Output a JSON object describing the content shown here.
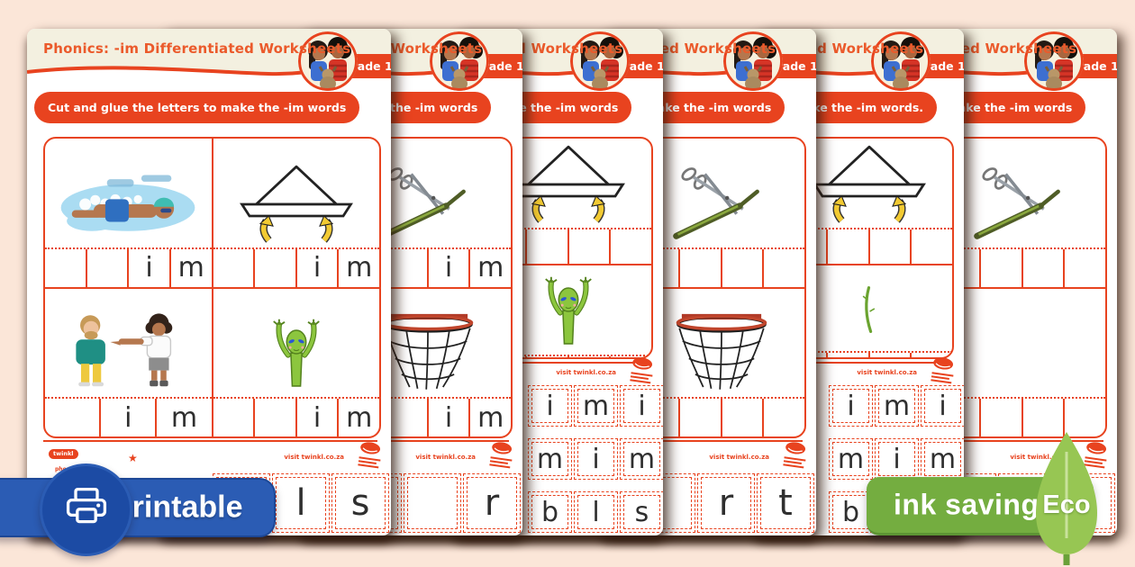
{
  "background_color": "#fbe6d8",
  "colors": {
    "brand_red": "#e8431f",
    "title_orange": "#eb5a2b",
    "header_cream": "#f3f0e0",
    "letter_ink": "#2f2f2f",
    "printable_blue": "#2b5cb4",
    "printable_circle_blue": "#1c4ba4",
    "eco_green": "#74ad40",
    "eco_leaf_green": "#97c653"
  },
  "badges": {
    "printable": {
      "label": "Printable",
      "icon": "printer-icon"
    },
    "eco": {
      "label": "ink saving",
      "eco_label": "Eco",
      "icon": "leaf-icon"
    }
  },
  "footer": {
    "site": "visit twinkl.co.za",
    "logo_top": "twinkl",
    "logo_bottom": "phonics",
    "star": "★"
  },
  "pages": [
    {
      "title": "Phonics: -im Differentiated Worksheets",
      "grade": "Grade 1",
      "instruction": "Cut and glue the letters to make the -im words",
      "variant": "onset",
      "cells": [
        {
          "image": "swim",
          "letters": [
            "",
            "",
            "i",
            "m"
          ]
        },
        {
          "image": "brim",
          "letters": [
            "",
            "",
            "i",
            "m"
          ]
        },
        {
          "image": "him",
          "letters": [
            "",
            "i",
            "m"
          ]
        },
        {
          "image": "slim-alien",
          "letters": [
            "",
            "",
            "i",
            "m"
          ]
        }
      ],
      "letter_tiles": [
        [
          "",
          "l",
          "s"
        ]
      ]
    },
    {
      "title": "Phonics: -im Differentiated Worksheets",
      "grade": "Grade 1",
      "instruction": "Cut and glue the letters to make the -im words",
      "variant": "onset",
      "cells": [
        {
          "image": "",
          "letters": [
            "",
            "",
            "i",
            "m"
          ]
        },
        {
          "image": "trim",
          "letters": [
            "",
            "",
            "i",
            "m"
          ]
        },
        {
          "image": "",
          "letters": [
            "",
            "i",
            "m"
          ]
        },
        {
          "image": "rim",
          "letters": [
            "",
            "",
            "i",
            "m"
          ]
        }
      ],
      "letter_tiles": [
        [
          "",
          "",
          "r",
          "t"
        ]
      ]
    },
    {
      "title": "Phonics: -im Differentiated Worksheets",
      "grade": "Grade 1",
      "instruction": "Cut and glue the letters to make the -im words",
      "variant": "full",
      "cells": [
        {
          "image": "",
          "letters": [
            "",
            "",
            "",
            ""
          ]
        },
        {
          "image": "brim",
          "letters": [
            "",
            "",
            "",
            ""
          ]
        },
        {
          "image": "",
          "letters": [
            "",
            "",
            ""
          ]
        },
        {
          "image": "slim-alien",
          "letters": [
            "",
            "",
            "",
            ""
          ]
        }
      ],
      "letter_tiles": [
        [
          "i",
          "m",
          "i"
        ],
        [
          "m",
          "i",
          "m"
        ],
        [
          "b",
          "l",
          "s"
        ]
      ]
    },
    {
      "title": "Phonics: -im Differentiated Worksheets",
      "grade": "Grade 1",
      "instruction": "Cut and glue the letters to make the -im words",
      "variant": "onset",
      "cells": [
        {
          "image": "",
          "letters": [
            "",
            "",
            "",
            ""
          ]
        },
        {
          "image": "trim",
          "letters": [
            "",
            "",
            "",
            ""
          ]
        },
        {
          "image": "",
          "letters": [
            "",
            "",
            ""
          ]
        },
        {
          "image": "rim",
          "letters": [
            "",
            "",
            "",
            ""
          ]
        }
      ],
      "letter_tiles": [
        [
          "",
          "r",
          "t"
        ]
      ]
    },
    {
      "title": "Phonics: -im Differentiated Worksheets",
      "grade": "Grade 1",
      "instruction": "Cut and glue the letters to make the -im words.",
      "variant": "full",
      "cells": [
        {
          "image": "",
          "letters": [
            "",
            "",
            "",
            ""
          ]
        },
        {
          "image": "brim",
          "letters": [
            "",
            "",
            "",
            ""
          ]
        },
        {
          "image": "",
          "letters": [
            "",
            "",
            ""
          ]
        },
        {
          "image": "twig",
          "letters": [
            "",
            "",
            "",
            ""
          ]
        }
      ],
      "letter_tiles": [
        [
          "i",
          "m",
          "i"
        ],
        [
          "m",
          "i",
          "m"
        ],
        [
          "b",
          "l",
          "s"
        ]
      ]
    },
    {
      "title": "Phonics: -im Differentiated Worksheets",
      "grade": "Grade 1",
      "instruction": "Cut and glue the letters to make the -im words",
      "variant": "onset",
      "cells": [
        {
          "image": "",
          "letters": [
            "",
            "",
            "",
            ""
          ]
        },
        {
          "image": "trim",
          "letters": [
            "",
            "",
            "",
            ""
          ]
        },
        {
          "image": "",
          "letters": [
            "",
            "",
            ""
          ]
        },
        {
          "image": "",
          "letters": [
            "",
            "",
            "",
            ""
          ]
        }
      ],
      "letter_tiles": [
        [
          "",
          "",
          ""
        ]
      ]
    }
  ]
}
